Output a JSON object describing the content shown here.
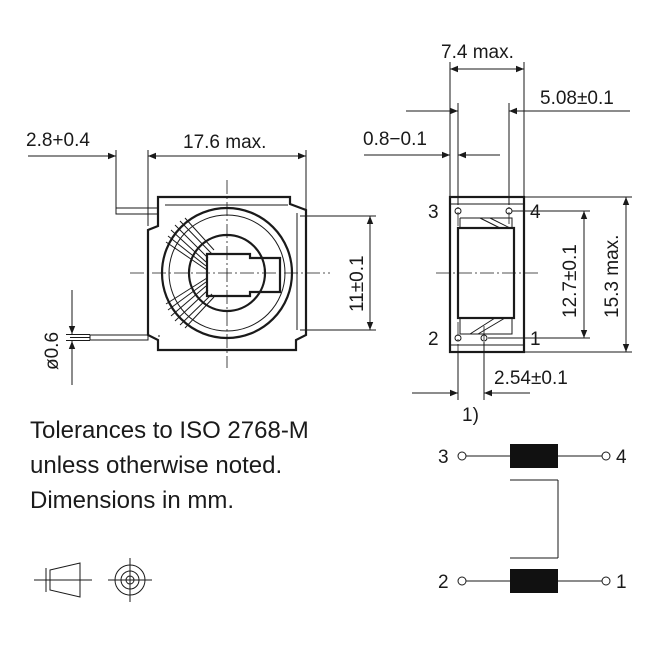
{
  "dimensions": {
    "lead_offset": "2.8+0.4",
    "body_length": "17.6 max.",
    "height_11": "11±0.1",
    "wire_diameter": "ø0.6",
    "depth_max": "7.4 max.",
    "pin_pitch_depth": "5.08±0.1",
    "lead_protrusion": "0.8−0.1",
    "pin_pitch_vertical": "12.7±0.1",
    "height_max": "15.3 max.",
    "pin_spacing": "2.54±0.1",
    "footnote_ref": "1)"
  },
  "pins": {
    "side_top_left": "3",
    "side_top_right": "4",
    "side_bottom_left": "2",
    "side_bottom_right": "1",
    "schematic_top_left": "3",
    "schematic_top_right": "4",
    "schematic_bottom_left": "2",
    "schematic_bottom_right": "1"
  },
  "notes": {
    "line1": "Tolerances to ISO 2768-M",
    "line2": "unless otherwise noted.",
    "line3": "Dimensions in mm."
  },
  "icons": {
    "projection": "first-angle-projection-icon",
    "views": "concentric-circles-icon"
  }
}
